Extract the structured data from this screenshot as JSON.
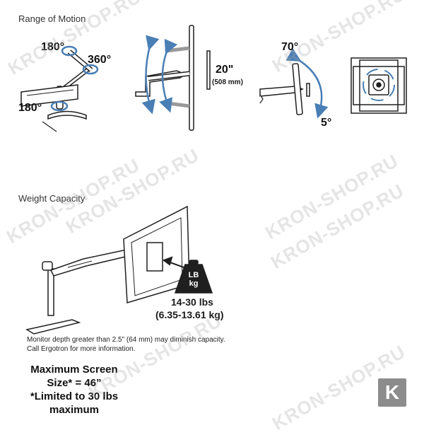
{
  "range": {
    "title": "Range of Motion",
    "rot_top": "180°",
    "rot_arm": "360°",
    "rot_base": "180°",
    "height": "20\"",
    "height_metric": "(508 mm)",
    "tilt_up": "70°",
    "tilt_down": "5°"
  },
  "weight": {
    "title": "Weight Capacity",
    "badge_line1": "LB",
    "badge_line2": "kg",
    "capacity_lbs": "14-30 lbs",
    "capacity_kg": "(6.35-13.61 kg)",
    "note_line1": "Monitor depth greater than 2.5\" (64 mm) may diminish capacity.",
    "note_line2": "Call Ergotron for more information."
  },
  "max_screen": {
    "line1": "Maximum Screen",
    "line2": "Size* = 46”",
    "line3": "*Limited to 30 lbs",
    "line4": "maximum"
  },
  "watermark": "KRON-SHOP.RU",
  "logo_letter": "K",
  "colors": {
    "accent_blue": "#4a7fb5",
    "line": "#1f1f1f",
    "logo_bg": "#8c8c8c"
  }
}
